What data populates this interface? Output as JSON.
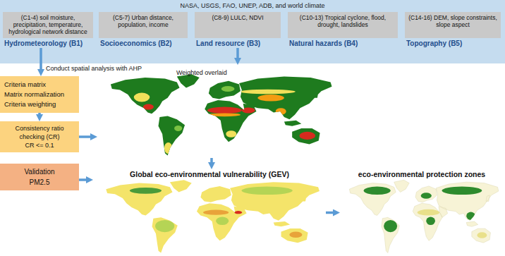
{
  "diagram": {
    "nodes": [
      {
        "text": [
          "NASA, USGS, FAO, UNEP, ADB, and world climate"
        ]
      },
      {
        "text": [
          "(C1-4) soil moisture, precipitation, temperature, hydrological network distance",
          "Hydrometeorology (B1)"
        ],
        "in": 0
      },
      {
        "text": [
          "(C5-7) Urban distance, population, income",
          "Socioeconomics (B2)"
        ],
        "in": 0
      },
      {
        "text": [
          "(C8-9) LULC, NDVI",
          "Land resource (B3)"
        ],
        "in": 0
      },
      {
        "text": [
          "(C10-13) Tropical cyclone, flood, drought, landslides",
          "Natural hazards (B4)"
        ],
        "in": 0
      },
      {
        "text": [
          "(C14-16) DEM, slope constraints, slope aspect",
          "Topography (B5)"
        ],
        "in": 0
      },
      {
        "text": [
          "Criteria matrix",
          "Matrix normalization",
          "Criteria weighting"
        ]
      },
      {
        "text": [
          "Consistency ratio checking (CR)",
          "CR <= 0.1"
        ]
      },
      {
        "text": [
          "Validation",
          "PM2.5"
        ]
      },
      {
        "text": [
          "Weighted overlaid"
        ]
      },
      {
        "text": [
          "Global eco-environmental vulnerability (GEV)"
        ]
      },
      {
        "text": [
          "eco-environmental protection zones"
        ]
      }
    ],
    "edges": [
      {
        "from": 1,
        "to": 6,
        "label": "Conduct spatial analysis with AHP",
        "arrow": "to"
      },
      {
        "from": 6,
        "to": 7,
        "arrow": "to"
      },
      {
        "from": 7,
        "to": 9,
        "arrow": "to"
      },
      {
        "from": 3,
        "to": 9,
        "arrow": "to"
      },
      {
        "from": 9,
        "to": 10,
        "arrow": "to"
      },
      {
        "from": 8,
        "to": 10,
        "arrow": "to"
      },
      {
        "from": 10,
        "to": 11,
        "arrow": "to"
      }
    ]
  }
}
